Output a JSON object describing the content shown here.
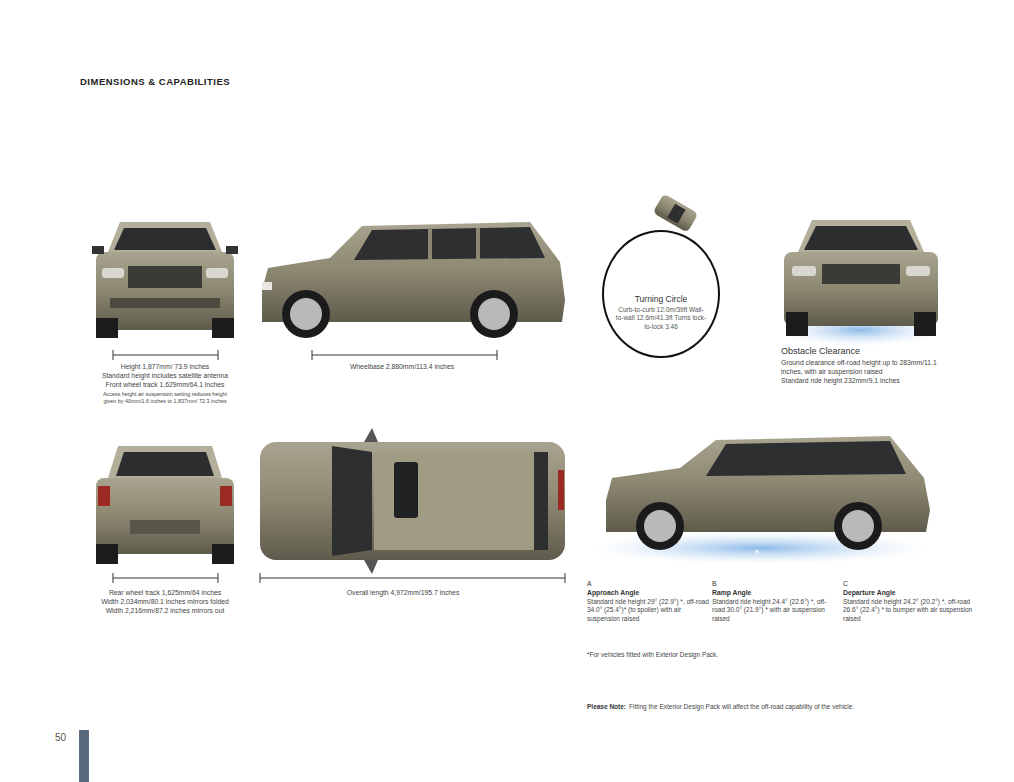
{
  "diagram": {
    "title": "DIMENSIONS & CAPABILITIES",
    "nodes": [
      {
        "text": [
          "Turning Circle",
          "Curb-to-curb 12.0m/39ft Wall-to-wall 12.6m/41.3ft Turns lock-to-lock 3.46"
        ]
      }
    ],
    "labels": [
      "Height 1,877mm/ 73.9 inches",
      "Standard height includes satellite antenna",
      "Front wheel track 1,629mm/64.1 inches",
      "Access height air suspension setting reduces height given by 40mm/1.6 inches to 1,837mm/ 72.3 inches",
      "Wheelbase 2,880mm/113.4 inches",
      "Obstacle Clearance",
      "Ground clearance off-road height up to 283mm/11.1 inches, with air suspension raised",
      "Standard ride height 232mm/9.1 inches",
      "Rear wheel track 1,625mm/64 inches",
      "Width 2,034mm/80.1 inches mirrors folded",
      "Width 2,216mm/87.2 inches mirrors out",
      "Overall length 4,972mm/195.7 inches",
      "A",
      "B",
      "C",
      "A",
      "Approach Angle",
      "Standard ride height 29° (22.9°) *, off-road 34.0° (25.4°)* (to spoiler) with air suspension raised",
      "B",
      "Ramp Angle",
      "Standard ride height 24.4° (22.6°) *, off-road 30.0° (21.9°) * with air suspension raised",
      "C",
      "Departure Angle",
      "Standard ride height 24.2° (20.2°) *, off-road 26.6° (22.4°) * to bumper with air suspension raised",
      "*For vehicles fitted with Exterior Design Pack.",
      "Please Note:",
      "Fitting the Exterior Design Pack will affect the off-road capability of the vehicle.",
      "50"
    ]
  }
}
